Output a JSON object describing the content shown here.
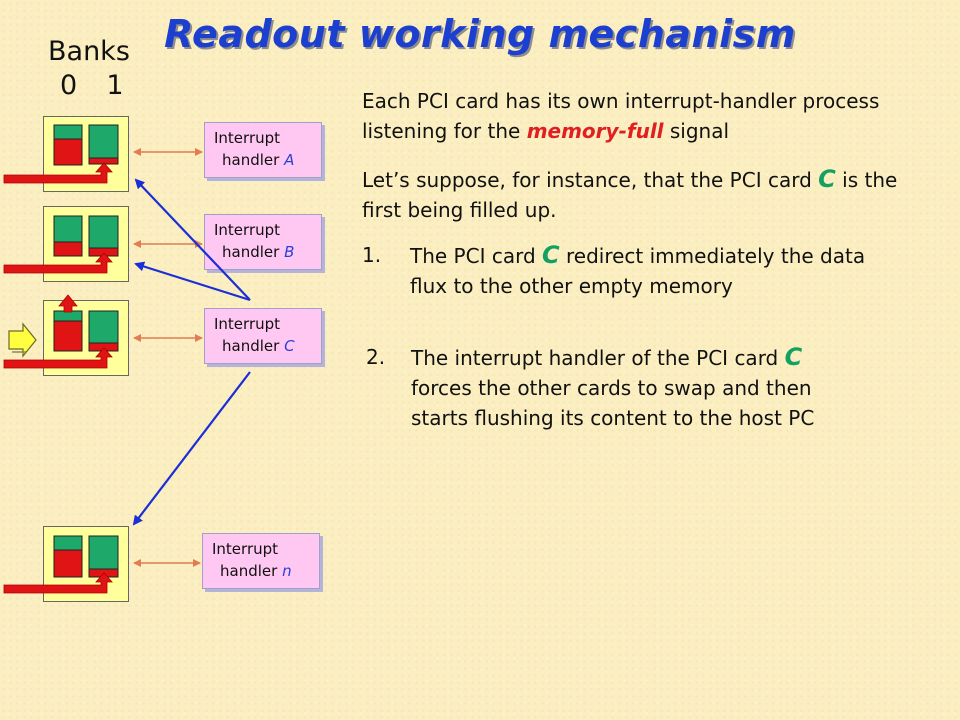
{
  "title": "Readout working mechanism",
  "banks": {
    "label": "Banks",
    "numbers": "0  1"
  },
  "handlers": [
    {
      "line1": "Interrupt",
      "line2": "handler",
      "letter": "A"
    },
    {
      "line1": "Interrupt",
      "line2": "handler",
      "letter": "B"
    },
    {
      "line1": "Interrupt",
      "line2": "handler",
      "letter": "C"
    },
    {
      "line1": "Interrupt",
      "line2": "handler",
      "letter": "n"
    }
  ],
  "paragraph1": {
    "before": "Each PCI card has its own interrupt-handler process listening for the ",
    "emphasis": "memory-full",
    "after": " signal"
  },
  "paragraph2": {
    "before": "Let’s suppose, for instance, that the PCI card ",
    "letter": "C",
    "after": " is the first being filled up."
  },
  "steps": [
    {
      "number": "1.",
      "before": "The PCI card ",
      "letter": "C",
      "after": " redirect immediately the data flux to the other empty memory"
    },
    {
      "number": "2.",
      "before": "The interrupt handler of the PCI card ",
      "letter": "C",
      "after": " forces the other cards to swap and then starts flushing its content to the host PC"
    }
  ],
  "colors": {
    "background": "#fbeec0",
    "title": "#1c3fd0",
    "card": "#ffff9c",
    "bank_top": "#1ea86a",
    "bank_fill": "#e01414",
    "handler": "#ffc8f2",
    "signal_arrow": "#1a2fd6",
    "link_arrow": "#e07d52",
    "pointer_arrow": "#ffff40",
    "emphasis": "#e02020",
    "letter": "#14a060"
  },
  "icons": {
    "pointer": "yellow-block-arrow-icon",
    "data_input": "red-bent-arrow-icon"
  }
}
